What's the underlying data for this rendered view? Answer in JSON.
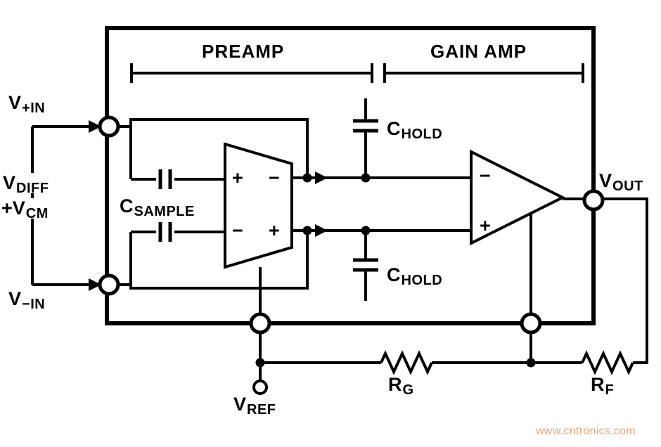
{
  "labels": {
    "preamp": "PREAMP",
    "gain_amp": "GAIN AMP",
    "v_plus_in": {
      "main": "V",
      "sub": "+IN"
    },
    "v_diff": {
      "main": "V",
      "sub": "DIFF"
    },
    "v_cm": {
      "main": "+V",
      "sub": "CM"
    },
    "v_minus_in": {
      "main": "V",
      "sub": "−IN"
    },
    "c_sample": {
      "main": "C",
      "sub": "SAMPLE"
    },
    "c_hold_top": {
      "main": "C",
      "sub": "HOLD"
    },
    "c_hold_bottom": {
      "main": "C",
      "sub": "HOLD"
    },
    "v_out": {
      "main": "V",
      "sub": "OUT"
    },
    "v_ref": {
      "main": "V",
      "sub": "REF"
    },
    "r_g": {
      "main": "R",
      "sub": "G"
    },
    "r_f": {
      "main": "R",
      "sub": "F"
    }
  },
  "amp_signs": {
    "preamp_top_plus": "+",
    "preamp_top_minus": "−",
    "preamp_bottom_minus": "−",
    "preamp_bottom_plus": "+",
    "gain_minus": "−",
    "gain_plus": "+"
  },
  "watermark": {
    "text": "www.cntronics.com",
    "color": "#e8a57c"
  },
  "colors": {
    "ink": "#000000",
    "background": "#ffffff"
  }
}
